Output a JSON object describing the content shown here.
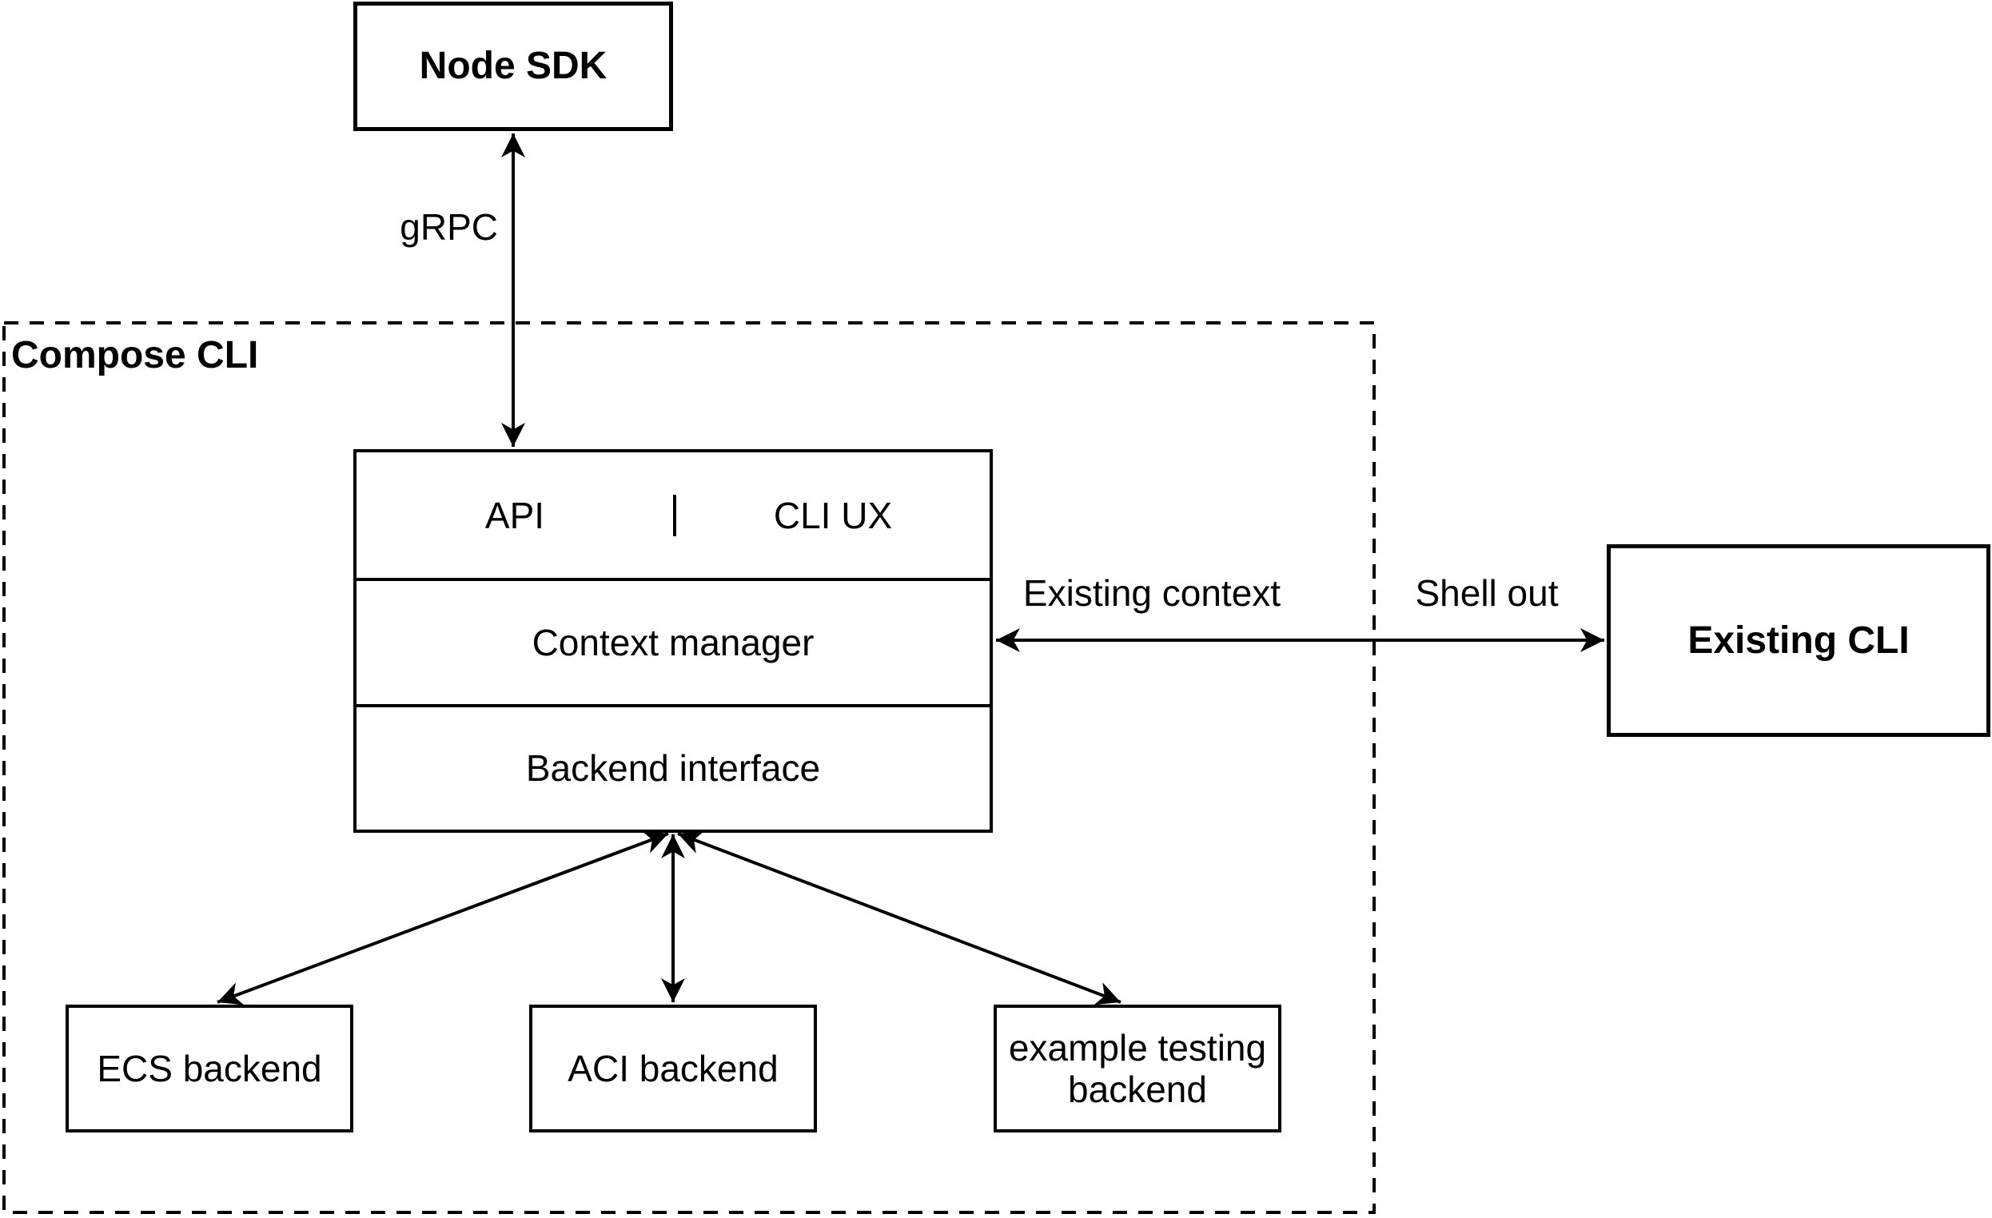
{
  "diagram": {
    "nodes": {
      "node_sdk": {
        "label": "Node SDK"
      },
      "compose_cli": {
        "label": "Compose CLI"
      },
      "api": {
        "label": "API"
      },
      "cli_ux": {
        "label": "CLI UX"
      },
      "context_manager": {
        "label": "Context manager"
      },
      "backend_interface": {
        "label": "Backend interface"
      },
      "ecs_backend": {
        "label": "ECS backend"
      },
      "aci_backend": {
        "label": "ACI backend"
      },
      "example_backend": {
        "label": "example testing backend"
      },
      "existing_cli": {
        "label": "Existing CLI"
      }
    },
    "edges": {
      "grpc": {
        "label": "gRPC"
      },
      "existing_context": {
        "label": "Existing context"
      },
      "shell_out": {
        "label": "Shell out"
      }
    },
    "colors": {
      "stroke": "#000000",
      "background": "#ffffff",
      "text": "#000000"
    }
  }
}
